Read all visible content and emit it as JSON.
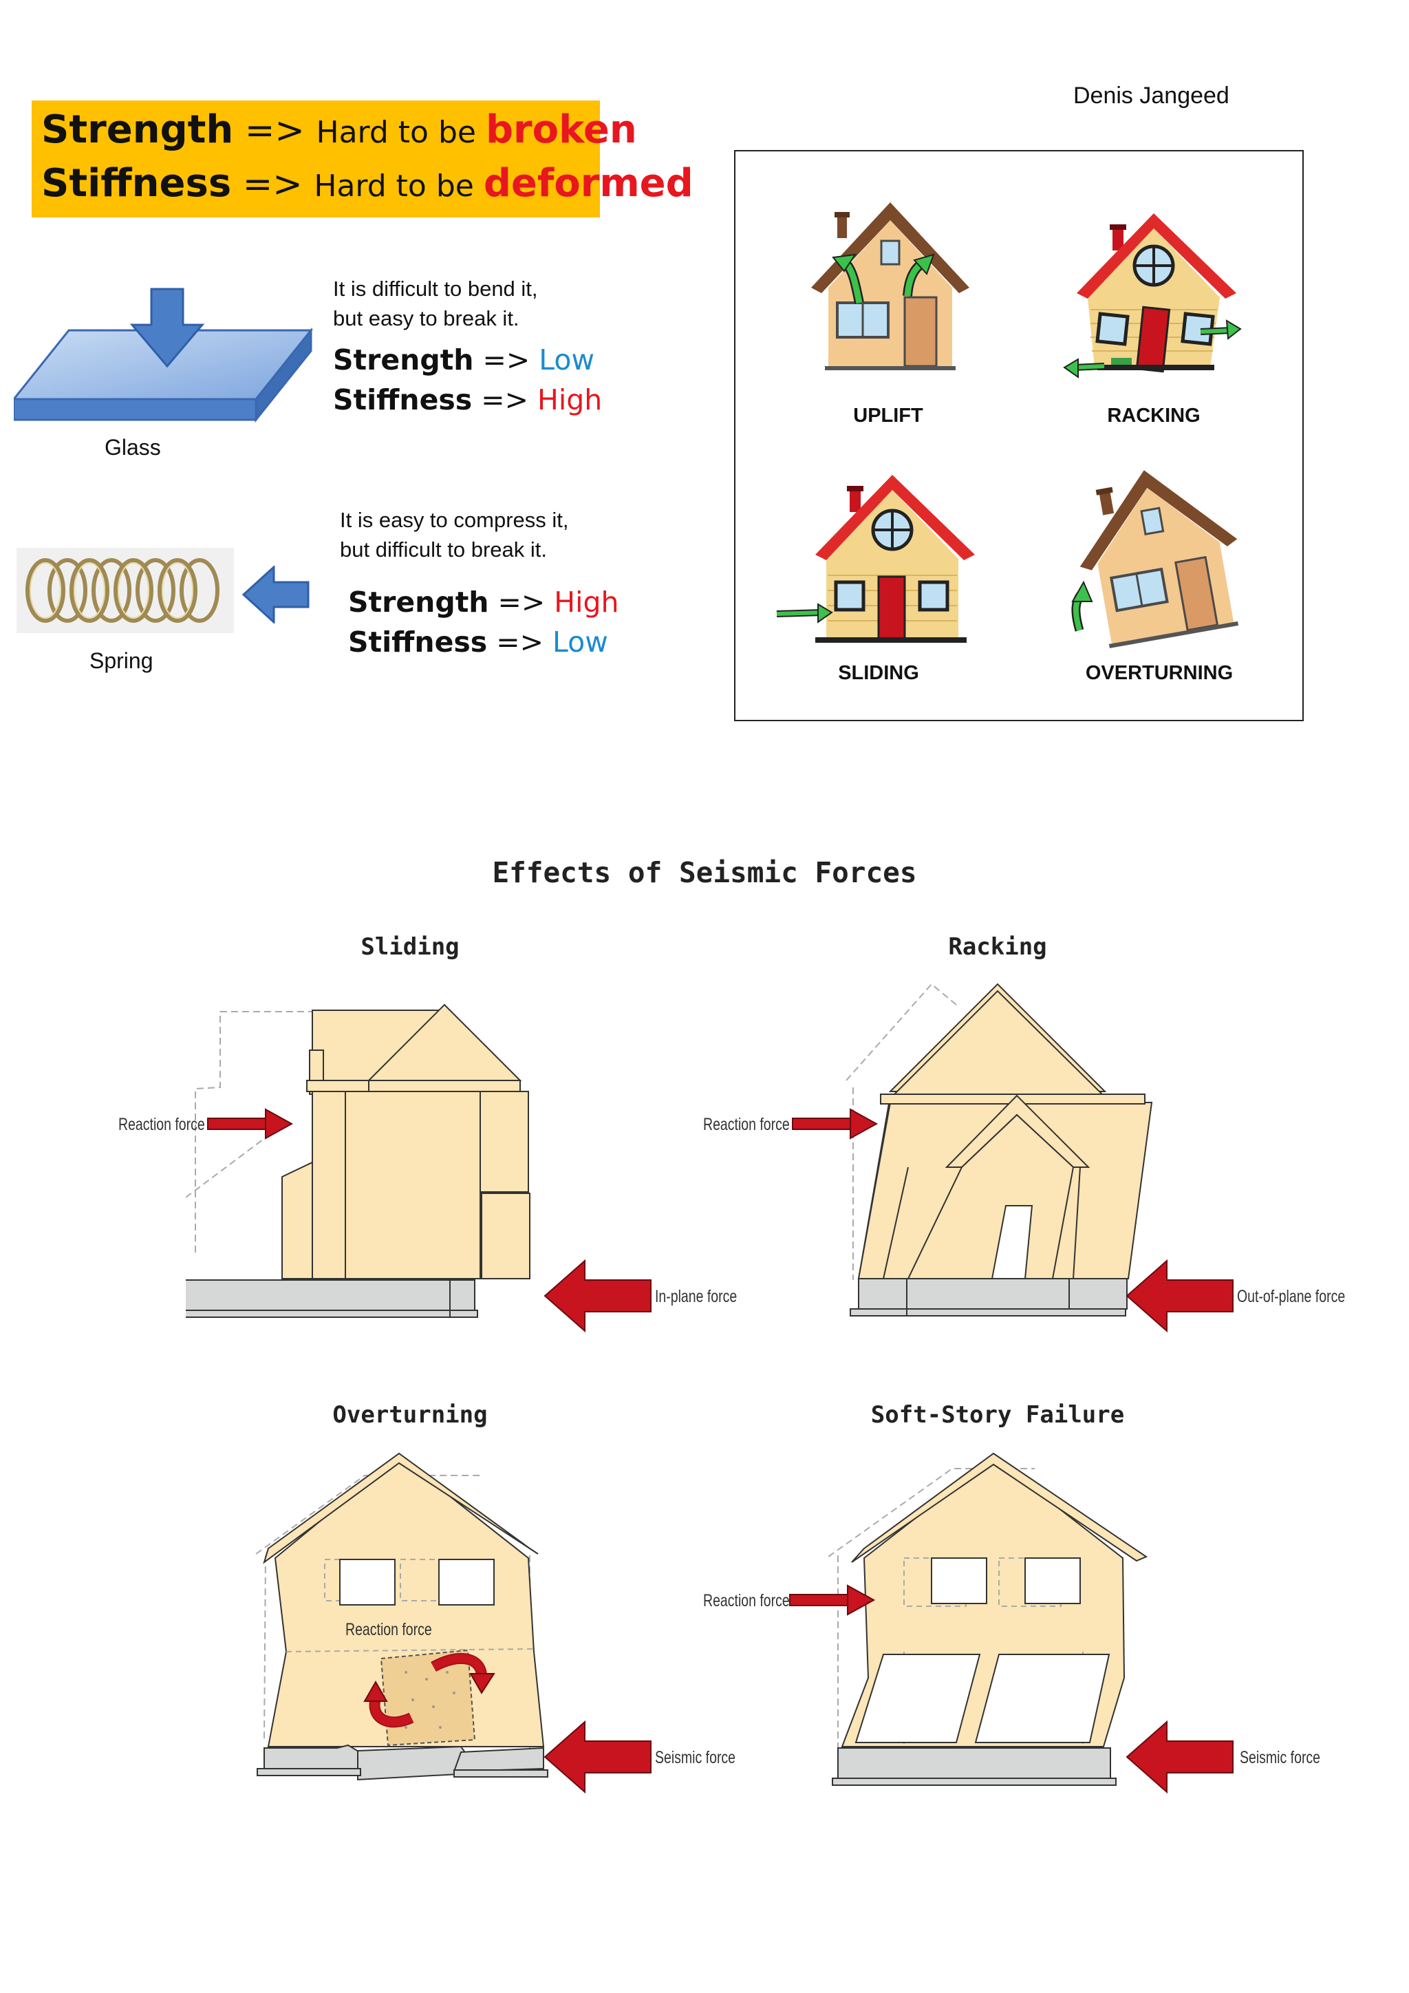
{
  "author": "Denis Jangeed",
  "definitions": {
    "line1": {
      "term": "Strength",
      "arrow": " => ",
      "mid": "Hard to be ",
      "key": "broken"
    },
    "line2": {
      "term": "Stiffness",
      "arrow": " => ",
      "mid": "Hard to be ",
      "key": "deformed"
    }
  },
  "glass": {
    "label": "Glass",
    "note_line1": "It is difficult to bend it,",
    "note_line2": "but easy to break it.",
    "strength": {
      "label": "Strength",
      "arrow": " => ",
      "value": "Low"
    },
    "stiffness": {
      "label": "Stiffness",
      "arrow": " => ",
      "value": "High"
    }
  },
  "spring": {
    "label": "Spring",
    "note_line1": "It is easy to compress it,",
    "note_line2": "but difficult to break it.",
    "strength": {
      "label": "Strength",
      "arrow": " => ",
      "value": "High"
    },
    "stiffness": {
      "label": "Stiffness",
      "arrow": " => ",
      "value": "Low"
    }
  },
  "house_effects": [
    "UPLIFT",
    "RACKING",
    "SLIDING",
    "OVERTURNING"
  ],
  "seismic": {
    "title": "Effects of Seismic Forces",
    "panels": {
      "sliding": {
        "title": "Sliding",
        "labels": [
          "Reaction force",
          "In-plane force"
        ]
      },
      "racking": {
        "title": "Racking",
        "labels": [
          "Reaction force",
          "Out-of-plane force"
        ]
      },
      "overturning": {
        "title": "Overturning",
        "labels": [
          "Reaction force",
          "Seismic force"
        ]
      },
      "soft_story": {
        "title": "Soft-Story Failure",
        "labels": [
          "Reaction force",
          "Seismic force"
        ]
      }
    }
  },
  "colors": {
    "highlight": "#ffc000",
    "emphasis_red": "#e8161e",
    "value_blue": "#1a8bd0",
    "wall": "#fce5b6",
    "force_arrow": "#c8141e",
    "foundation": "#d6d8d8"
  }
}
